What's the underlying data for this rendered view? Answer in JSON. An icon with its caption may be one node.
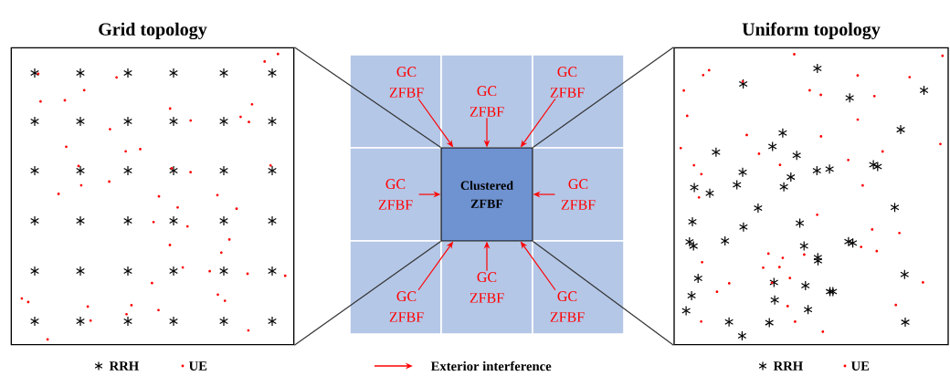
{
  "diagram": {
    "nodes": [
      {
        "text": [
          "Grid topology"
        ]
      },
      {
        "text": [
          "GC ZFBF"
        ]
      },
      {
        "text": [
          "GC ZFBF"
        ]
      },
      {
        "text": [
          "GC ZFBF"
        ]
      },
      {
        "text": [
          "GC ZFBF"
        ]
      },
      {
        "text": [
          "Clustered ZFBF"
        ]
      },
      {
        "text": [
          "GC ZFBF"
        ]
      },
      {
        "text": [
          "GC ZFBF"
        ]
      },
      {
        "text": [
          "GC ZFBF"
        ]
      },
      {
        "text": [
          "GC ZFBF"
        ]
      },
      {
        "text": [
          "Uniform topology"
        ]
      }
    ],
    "edges": [
      {
        "from": 1,
        "to": 5,
        "arrow": "to",
        "color": "#ff0000"
      },
      {
        "from": 2,
        "to": 5,
        "arrow": "to",
        "color": "#ff0000"
      },
      {
        "from": 3,
        "to": 5,
        "arrow": "to",
        "color": "#ff0000"
      },
      {
        "from": 4,
        "to": 5,
        "arrow": "to",
        "color": "#ff0000"
      },
      {
        "from": 6,
        "to": 5,
        "arrow": "to",
        "color": "#ff0000"
      },
      {
        "from": 7,
        "to": 5,
        "arrow": "to",
        "color": "#ff0000"
      },
      {
        "from": 8,
        "to": 5,
        "arrow": "to",
        "color": "#ff0000"
      },
      {
        "from": 9,
        "to": 5,
        "arrow": "to",
        "color": "#ff0000"
      },
      {
        "from": 0,
        "to": 5,
        "arrow": "none",
        "color": "#333333"
      },
      {
        "from": 0,
        "to": 5,
        "arrow": "none",
        "color": "#333333"
      },
      {
        "from": 5,
        "to": 10,
        "arrow": "none",
        "color": "#333333"
      },
      {
        "from": 5,
        "to": 10,
        "arrow": "none",
        "color": "#333333"
      }
    ],
    "legend": [
      {
        "text": "RRH"
      },
      {
        "text": "UE"
      },
      {
        "text": "Exterior interference"
      },
      {
        "text": "RRH"
      },
      {
        "text": "UE"
      }
    ]
  }
}
